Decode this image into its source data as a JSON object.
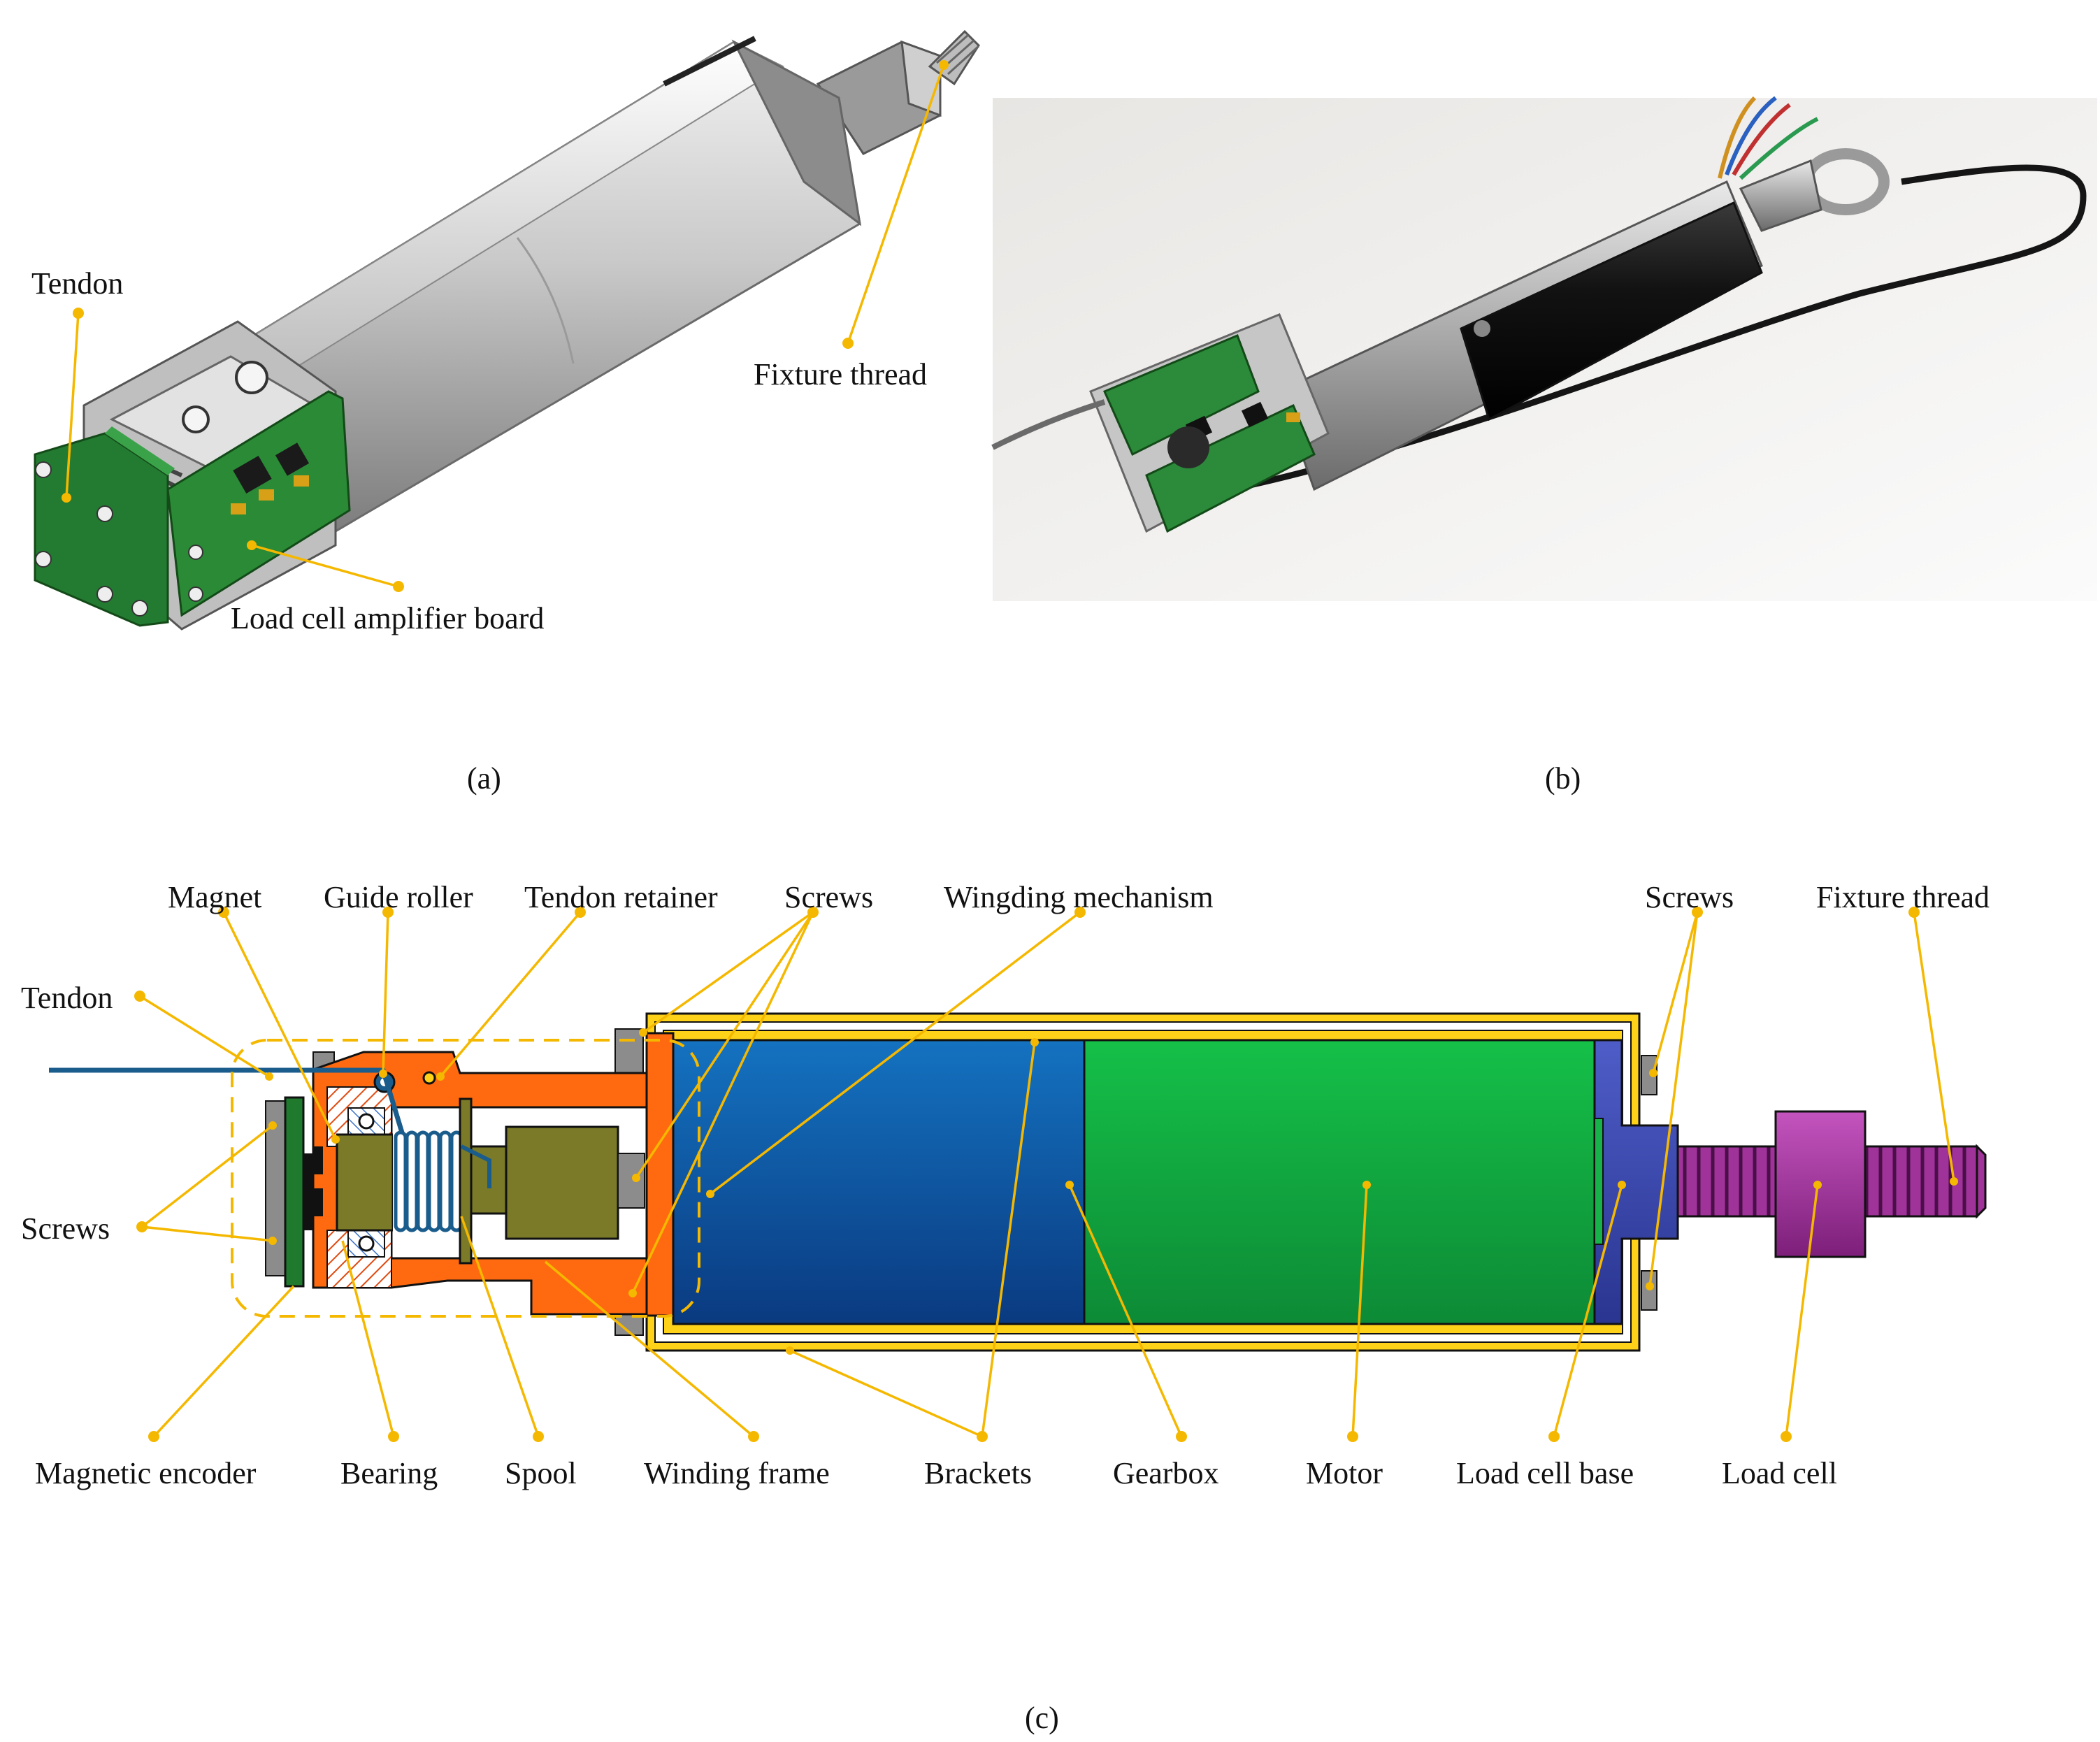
{
  "colors": {
    "callout": "#f5b800",
    "frame_orange": "#ff6a10",
    "bracket_yellow": "#ffd21a",
    "gearbox_blue": "#0b5fb0",
    "motor_green": "#18b24a",
    "loadcell_purple": "#a0339a",
    "base_blue": "#3848b0",
    "spool_olive": "#7a7a28",
    "pcb_green": "#1f7a2e",
    "tendon_blue": "#1a5c8c",
    "screw_gray": "#8c8c8c"
  },
  "panel_a": {
    "caption": "(a)",
    "labels": {
      "tendon": "Tendon",
      "fixture_thread": "Fixture thread",
      "load_cell_amplifier": "Load cell amplifier board"
    }
  },
  "panel_b": {
    "caption": "(b)"
  },
  "panel_c": {
    "caption": "(c)",
    "labels": {
      "magnet": "Magnet",
      "guide_roller": "Guide roller",
      "tendon_retainer": "Tendon retainer",
      "screws_top": "Screws",
      "wingding_mechanism": "Wingding mechanism",
      "screws_right": "Screws",
      "fixture_thread": "Fixture thread",
      "tendon": "Tendon",
      "screws_left": "Screws",
      "magnetic_encoder": "Magnetic encoder",
      "bearing": "Bearing",
      "spool": "Spool",
      "winding_frame": "Winding frame",
      "brackets": "Brackets",
      "gearbox": "Gearbox",
      "motor": "Motor",
      "load_cell_base": "Load cell base",
      "load_cell": "Load cell"
    }
  }
}
